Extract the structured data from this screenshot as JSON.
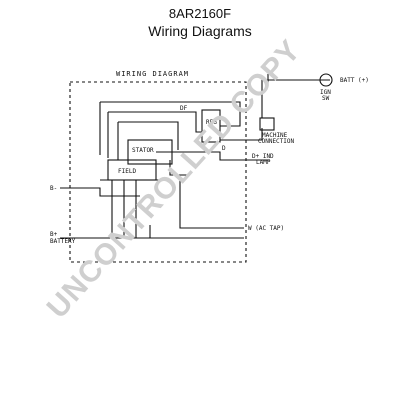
{
  "header": {
    "part_number": "8AR2160F",
    "subtitle": "Wiring Diagrams"
  },
  "diagram": {
    "box_title": "WIRING DIAGRAM",
    "reg": "REG",
    "df": "DF",
    "d": "D",
    "stator": "STATOR",
    "field": "FIELD",
    "d_plus_ind_lamp_1": "D+ IND",
    "d_plus_ind_lamp_2": "LAMP",
    "b_minus": "B-",
    "b_plus_battery_1": "B+",
    "b_plus_battery_2": "BATTERY",
    "ac_tap": "W (AC TAP)",
    "batt": "BATT (+)",
    "ign_sw_1": "IGN",
    "ign_sw_2": "SW",
    "machine_connection_1": "MACHINE",
    "machine_connection_2": "CONNECTION"
  },
  "watermark": "UNCONTROLLED COPY"
}
